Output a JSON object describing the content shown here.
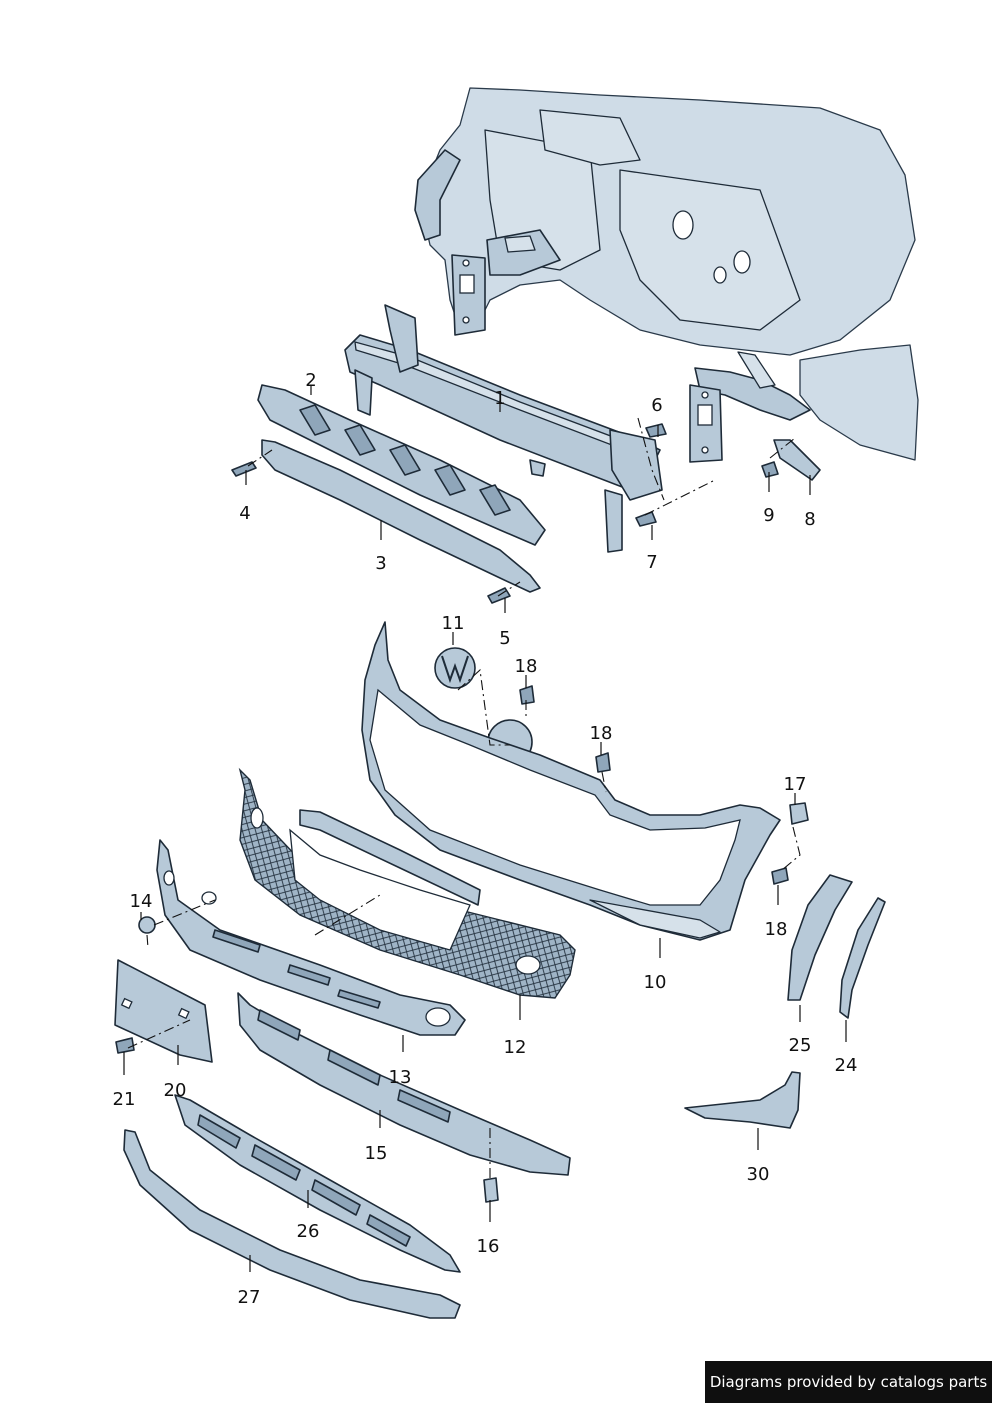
{
  "credit": "Diagrams provided by catalogs parts",
  "callouts": {
    "c1": "1",
    "c2": "2",
    "c3": "3",
    "c4": "4",
    "c5": "5",
    "c6": "6",
    "c7": "7",
    "c8": "8",
    "c9": "9",
    "c10": "10",
    "c11": "11",
    "c12": "12",
    "c13": "13",
    "c14": "14",
    "c15": "15",
    "c16": "16",
    "c17": "17",
    "c18a": "18",
    "c18b": "18",
    "c18c": "18",
    "c20": "20",
    "c21": "21",
    "c24": "24",
    "c25": "25",
    "c26": "26",
    "c27": "27",
    "c30": "30"
  },
  "colors": {
    "part_fill": "#b7c9d8",
    "outline": "#1e2b38",
    "body_fill": "#cfdce7"
  }
}
